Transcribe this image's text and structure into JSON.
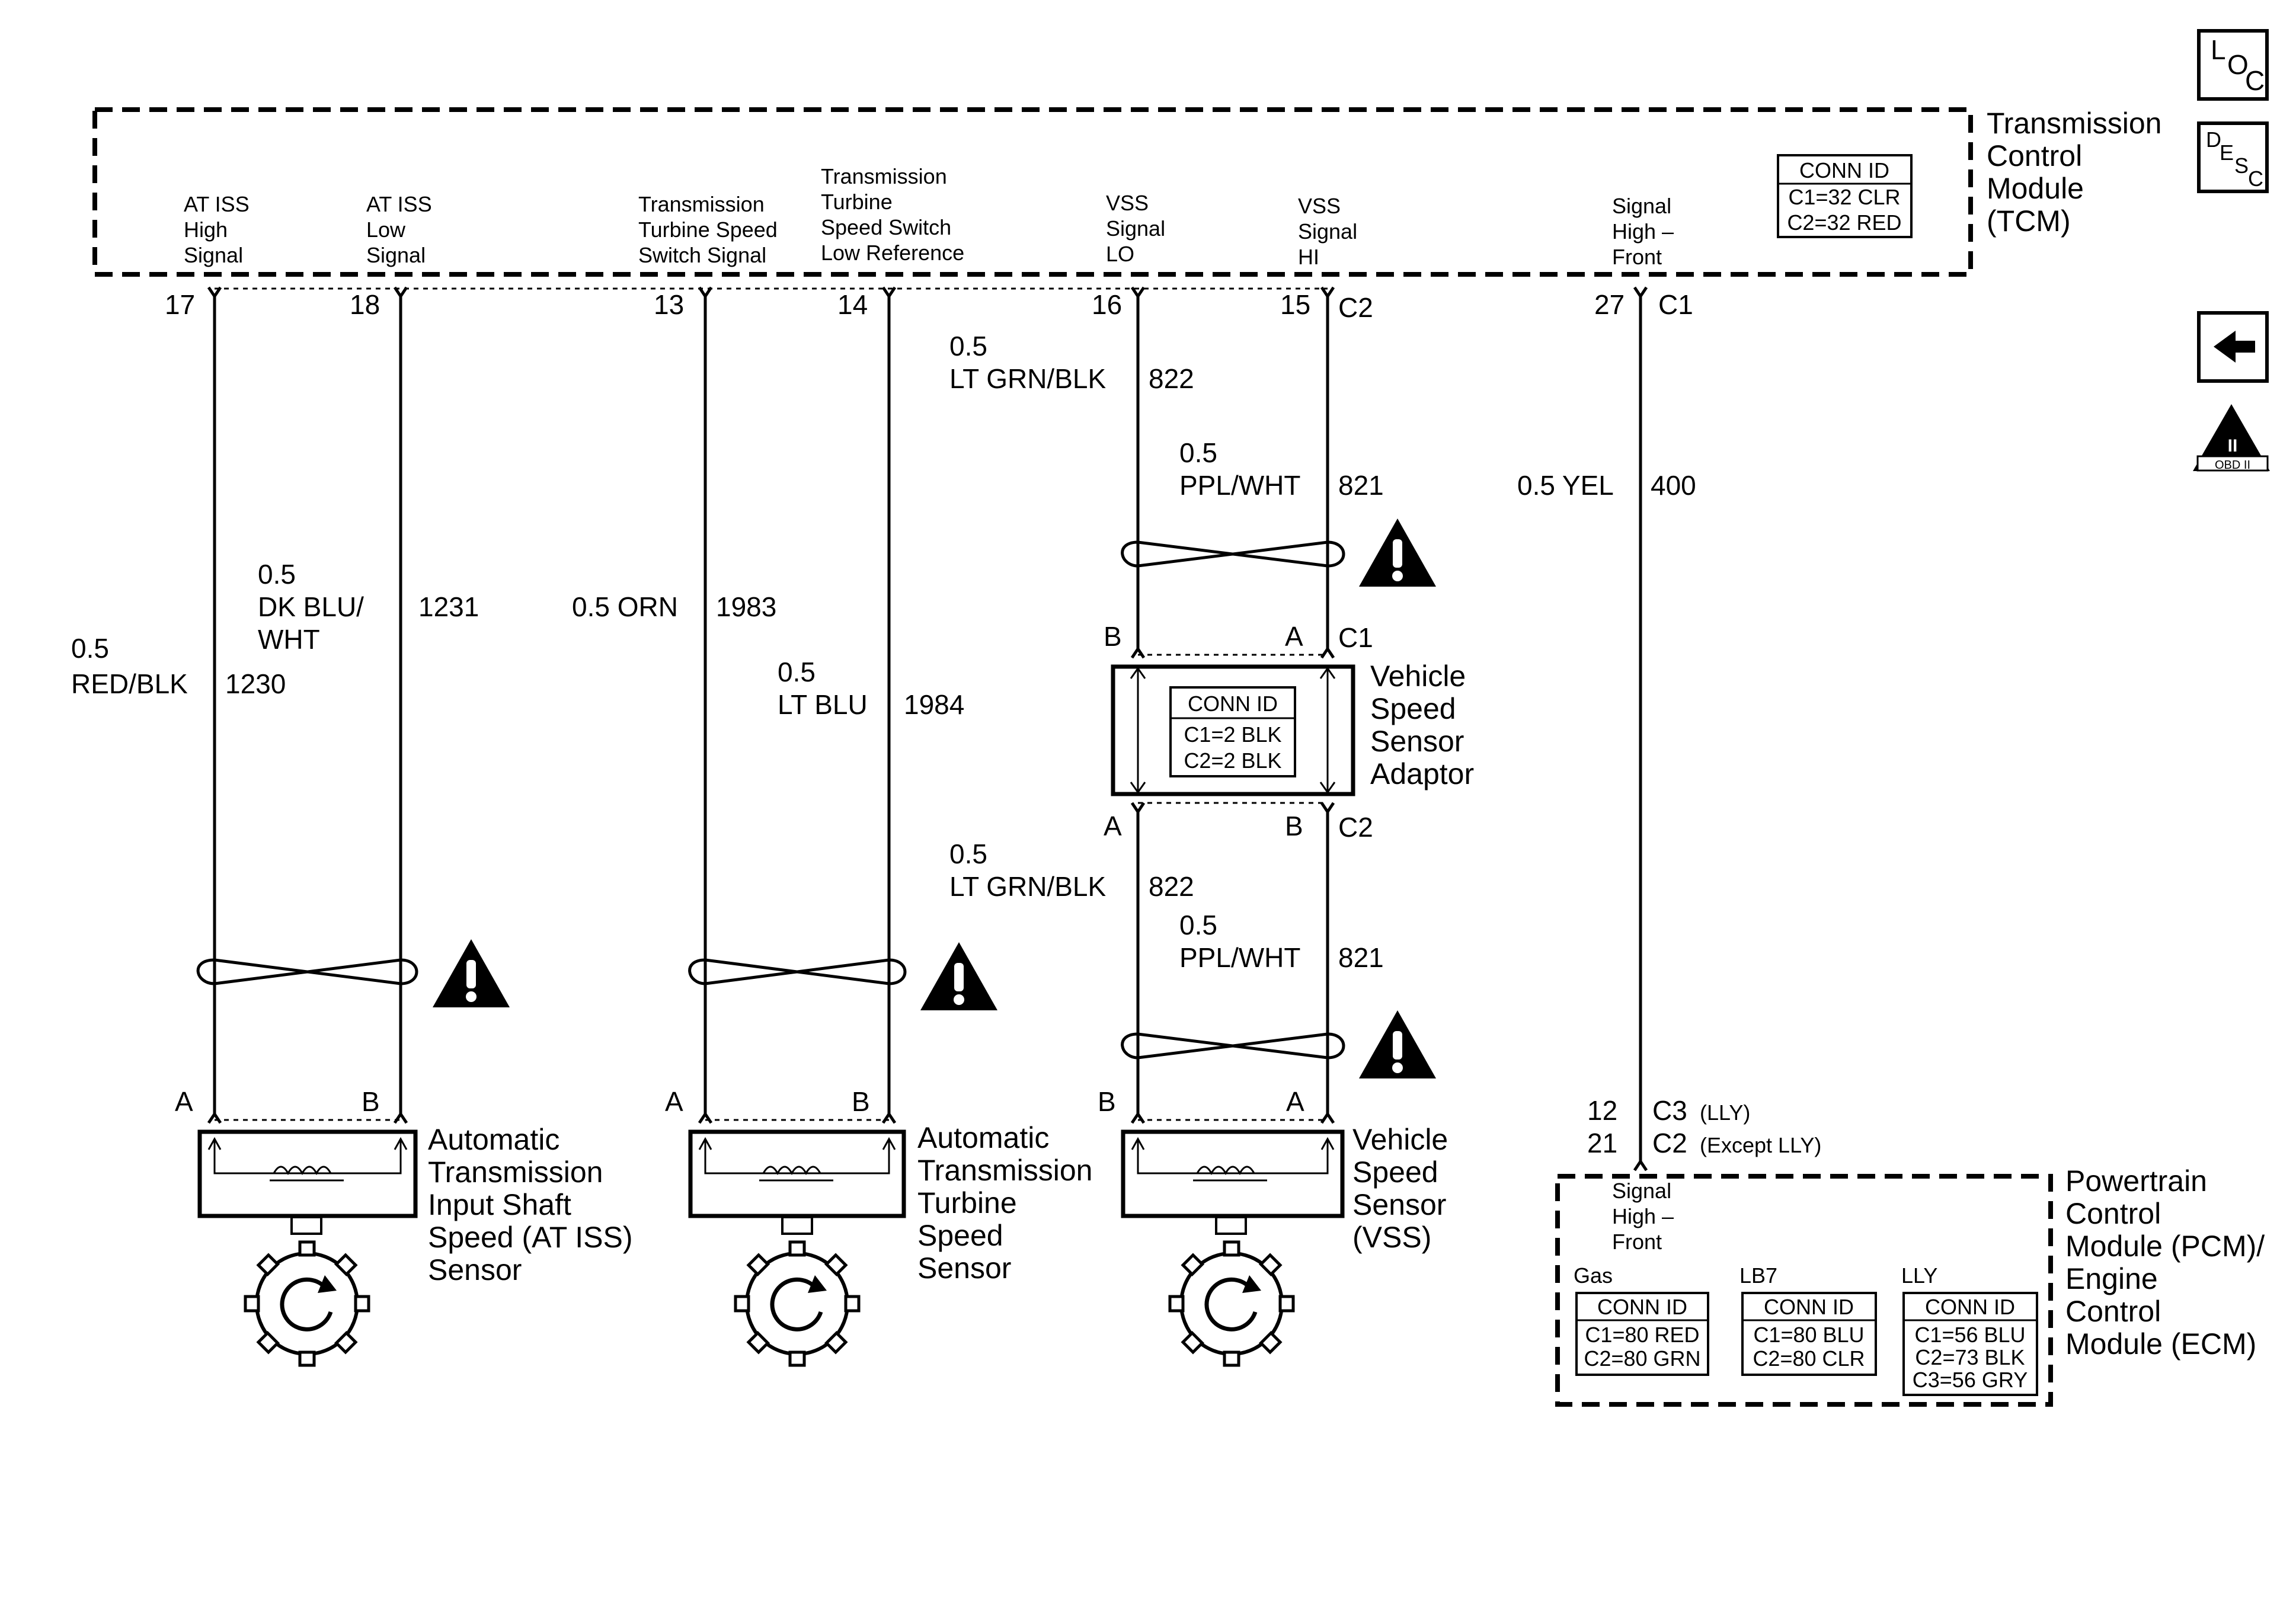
{
  "tcm": {
    "name_lines": [
      "Transmission",
      "Control",
      "Module",
      "(TCM)"
    ],
    "conn_id": {
      "title": "CONN ID",
      "lines": [
        "C1=32 CLR",
        "C2=32 RED"
      ]
    },
    "pin_labels": [
      [
        "AT ISS",
        "High",
        "Signal"
      ],
      [
        "AT ISS",
        "Low",
        "Signal"
      ],
      [
        "Transmission",
        "Turbine Speed",
        "Switch Signal"
      ],
      [
        "Transmission",
        "Turbine",
        "Speed Switch",
        "Low Reference"
      ],
      [
        "VSS",
        "Signal",
        "LO"
      ],
      [
        "VSS",
        "Signal",
        "HI"
      ],
      [
        "Signal",
        "High –",
        "Front"
      ]
    ],
    "pins": [
      "17",
      "18",
      "13",
      "14",
      "16",
      "15",
      "27"
    ],
    "connectors": [
      "C2",
      "C1"
    ]
  },
  "wires": {
    "w1230": {
      "gauge": "0.5",
      "color": "RED/BLK",
      "circuit": "1230"
    },
    "w1231": {
      "gauge": "0.5",
      "color_lines": [
        "DK BLU/",
        "WHT"
      ],
      "circuit": "1231"
    },
    "w1983": {
      "label": "0.5 ORN",
      "circuit": "1983"
    },
    "w1984": {
      "gauge": "0.5",
      "color": "LT BLU",
      "circuit": "1984"
    },
    "w822a": {
      "gauge": "0.5",
      "color": "LT GRN/BLK",
      "circuit": "822"
    },
    "w821a": {
      "gauge": "0.5",
      "color": "PPL/WHT",
      "circuit": "821"
    },
    "w822b": {
      "gauge": "0.5",
      "color": "LT GRN/BLK",
      "circuit": "822"
    },
    "w821b": {
      "gauge": "0.5",
      "color": "PPL/WHT",
      "circuit": "821"
    },
    "w400": {
      "label": "0.5 YEL",
      "circuit": "400"
    }
  },
  "vss_adaptor": {
    "name_lines": [
      "Vehicle",
      "Speed",
      "Sensor",
      "Adaptor"
    ],
    "conn_id": {
      "title": "CONN ID",
      "lines": [
        "C1=2 BLK",
        "C2=2 BLK"
      ]
    },
    "top": {
      "left": "B",
      "right": "A",
      "conn": "C1"
    },
    "bottom": {
      "left": "A",
      "right": "B",
      "conn": "C2"
    }
  },
  "sensors": [
    {
      "pins": [
        "A",
        "B"
      ],
      "name_lines": [
        "Automatic",
        "Transmission",
        "Input Shaft",
        "Speed (AT ISS)",
        "Sensor"
      ]
    },
    {
      "pins": [
        "A",
        "B"
      ],
      "name_lines": [
        "Automatic",
        "Transmission",
        "Turbine",
        "Speed",
        "Sensor"
      ]
    },
    {
      "pins": [
        "B",
        "A"
      ],
      "name_lines": [
        "Vehicle",
        "Speed",
        "Sensor",
        "(VSS)"
      ]
    }
  ],
  "pcm": {
    "name_lines": [
      "Powertrain",
      "Control",
      "Module (PCM)/",
      "Engine",
      "Control",
      "Module (ECM)"
    ],
    "pin_rows": [
      {
        "pin": "12",
        "conn": "C3",
        "note": "(LLY)"
      },
      {
        "pin": "21",
        "conn": "C2",
        "note": "(Except LLY)"
      }
    ],
    "signal_lines": [
      "Signal",
      "High –",
      "Front"
    ],
    "variants": [
      {
        "name": "Gas",
        "title": "CONN ID",
        "lines": [
          "C1=80 RED",
          "C2=80 GRN"
        ]
      },
      {
        "name": "LB7",
        "title": "CONN ID",
        "lines": [
          "C1=80 BLU",
          "C2=80 CLR"
        ]
      },
      {
        "name": "LLY",
        "title": "CONN ID",
        "lines": [
          "C1=56 BLU",
          "C2=73 BLK",
          "C3=56 GRY"
        ]
      }
    ]
  },
  "side_icons": {
    "loc": [
      "L",
      "O",
      "C"
    ],
    "desc": [
      "D",
      "E",
      "S",
      "C"
    ],
    "obd": {
      "numeral": "II",
      "label": "OBD II"
    }
  },
  "icons": [
    "loc-icon",
    "desc-icon",
    "back-arrow-icon",
    "obd-ii-icon",
    "caution-icon",
    "twisted-pair-icon",
    "reluctor-wheel-icon",
    "sensor-coil-icon"
  ]
}
